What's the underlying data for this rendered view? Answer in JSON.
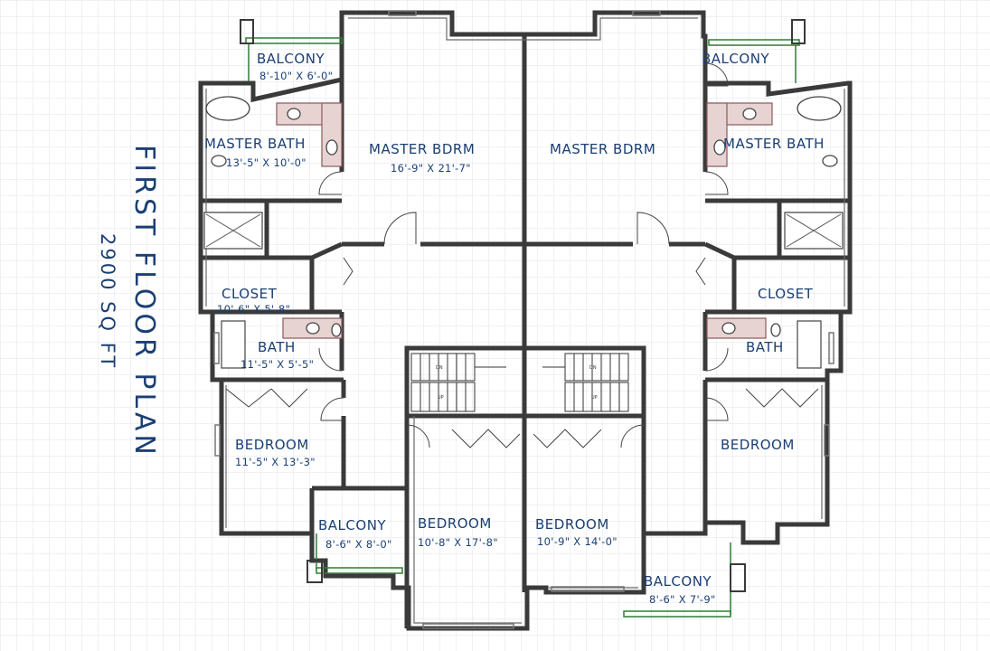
{
  "title": "FIRST FLOOR PLAN",
  "subtitle": "2900 SQ FT",
  "rooms": {
    "balcony_tl": {
      "name": "BALCONY",
      "dims": "8'-10\" X 6'-0\""
    },
    "master_bath_l": {
      "name": "MASTER BATH",
      "dims": "13'-5\" X 10'-0\""
    },
    "master_bdrm_l": {
      "name": "MASTER BDRM",
      "dims": "16'-9\" X 21'-7\""
    },
    "closet_l": {
      "name": "CLOSET",
      "dims": "10'-6\" X 5'-8\""
    },
    "bath_l": {
      "name": "BATH",
      "dims": "11'-5\" X 5'-5\""
    },
    "bedroom_l": {
      "name": "BEDROOM",
      "dims": "11'-5\" X 13'-3\""
    },
    "balcony_bl": {
      "name": "BALCONY",
      "dims": "8'-6\" X 8'-0\""
    },
    "bedroom_cl": {
      "name": "BEDROOM",
      "dims": "10'-8\" X 17'-8\""
    },
    "bedroom_cr": {
      "name": "BEDROOM",
      "dims": "10'-9\" X 14'-0\""
    },
    "balcony_br": {
      "name": "BALCONY",
      "dims": "8'-6\" X 7'-9\""
    },
    "balcony_tr": {
      "name": "BALCONY"
    },
    "master_bdrm_r": {
      "name": "MASTER BDRM"
    },
    "master_bath_r": {
      "name": "MASTER BATH"
    },
    "closet_r": {
      "name": "CLOSET"
    },
    "bath_r": {
      "name": "BATH"
    },
    "bedroom_r": {
      "name": "BEDROOM"
    }
  },
  "stair_marks": {
    "up_left": "UP",
    "dn_left": "DN",
    "up_right": "UP",
    "dn_right": "DN"
  },
  "colors": {
    "wall": "#3a3a3a",
    "text": "#1b3f73",
    "grid": "#dfe3ea",
    "fixture": "#c9a0a0",
    "window": "#2e7d32"
  }
}
